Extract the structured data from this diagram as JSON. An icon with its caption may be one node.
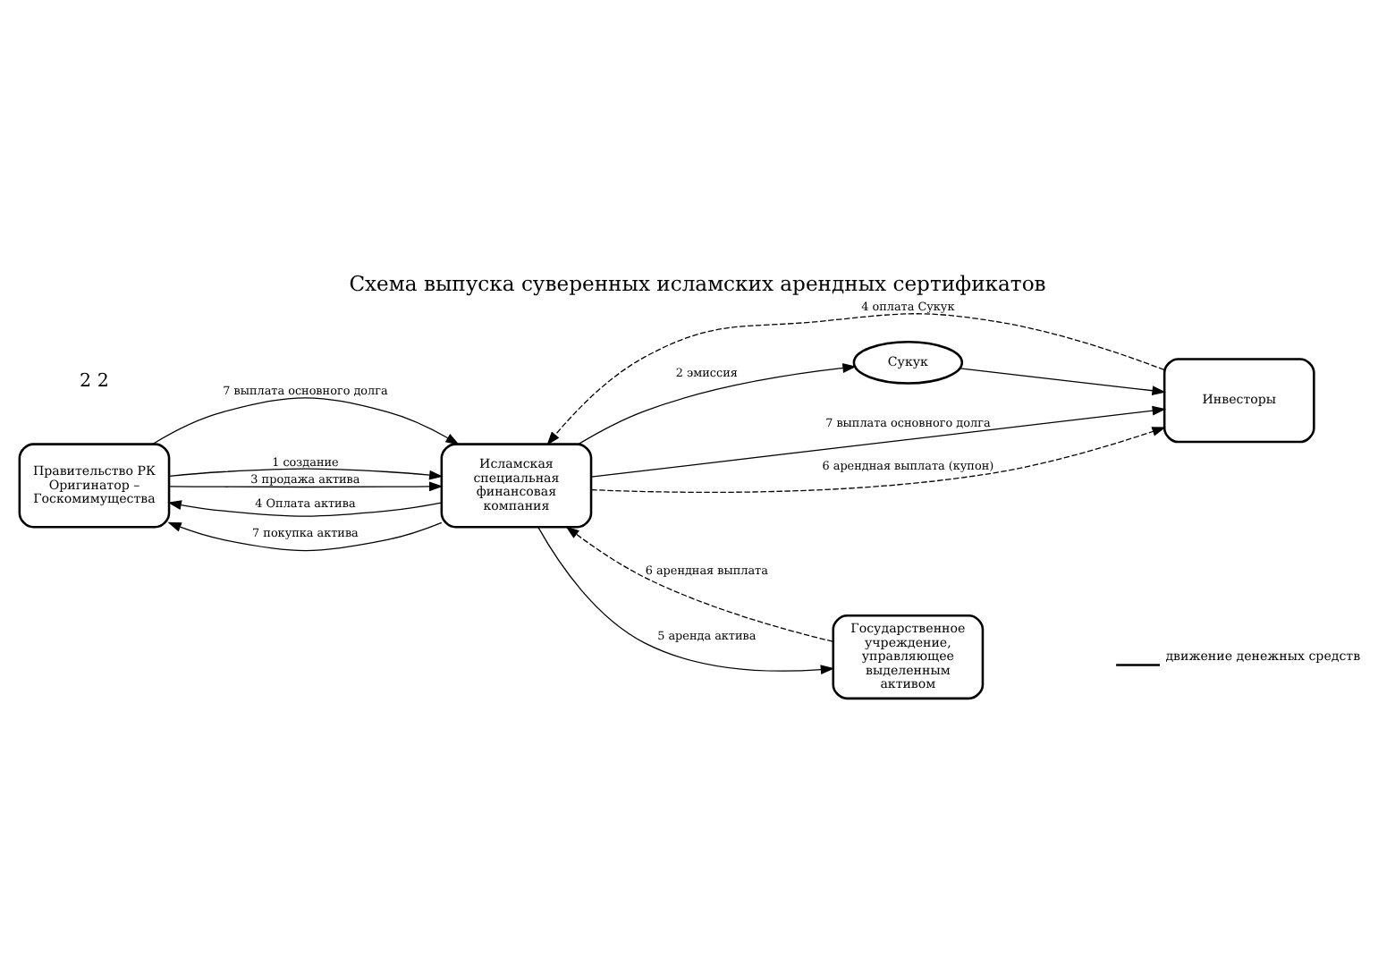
{
  "diagram": {
    "title": "Схема выпуска суверенных исламских арендных сертификатов",
    "nodes": [
      {
        "text": [
          "Правительство РК Оригинатор – Госкомимущества"
        ]
      },
      {
        "text": [
          "Исламская специальная финансовая компания"
        ]
      },
      {
        "text": [
          "Сукук"
        ]
      },
      {
        "text": [
          "Инвесторы"
        ]
      },
      {
        "text": [
          "Государственное учреждение, управляющее выделенным активом"
        ]
      }
    ],
    "edges": [
      {
        "from": 0,
        "to": 1,
        "arrow": "to",
        "label": "7 выплата основного долга"
      },
      {
        "from": 1,
        "to": 3,
        "arrow": "to",
        "label": "7 выплата основного долга"
      },
      {
        "from": 0,
        "to": 1,
        "arrow": "to",
        "label": "1 создание"
      },
      {
        "from": 1,
        "to": 2,
        "arrow": "to",
        "label": "2 эмиссия"
      },
      {
        "from": 2,
        "to": 3,
        "arrow": "to"
      },
      {
        "from": 0,
        "to": 1,
        "arrow": "to",
        "label": "3 продажа актива"
      },
      {
        "from": 1,
        "to": 0,
        "arrow": "to",
        "label": "4 Оплата актива"
      },
      {
        "from": 3,
        "to": 1,
        "arrow": "to",
        "label": "4 оплата Сукук",
        "style": "dashed"
      },
      {
        "from": 1,
        "to": 0,
        "arrow": "to",
        "label": "7 покупка актива"
      },
      {
        "from": 1,
        "to": 3,
        "arrow": "to",
        "label": "6 арендная выплата (купон)",
        "style": "dashed"
      },
      {
        "from": 1,
        "to": 4,
        "arrow": "to",
        "label": "5 аренда актива"
      },
      {
        "from": 4,
        "to": 1,
        "arrow": "to",
        "label": "6 арендная выплата",
        "style": "dashed"
      }
    ],
    "labels": [
      "2 2"
    ],
    "legend": [
      {
        "text": "движение денежных средств"
      }
    ]
  }
}
